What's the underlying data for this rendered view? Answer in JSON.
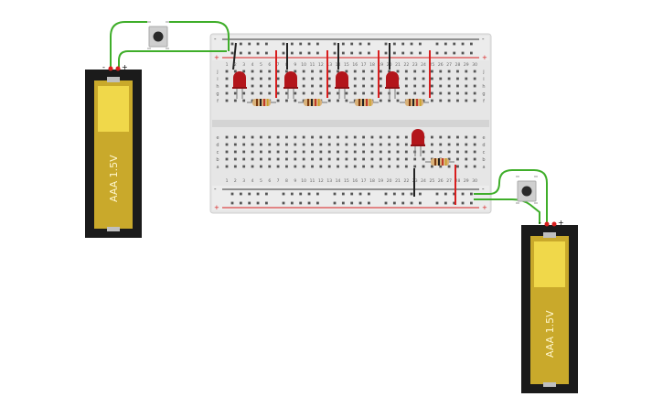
{
  "battery_left": {
    "label": "AAA 1.5V",
    "polarity_neg": "-",
    "polarity_pos": "+"
  },
  "battery_right": {
    "label": "AAA 1.5V",
    "polarity_neg": "-",
    "polarity_pos": "+"
  },
  "breadboard": {
    "rail_minus": "-",
    "rail_plus": "+",
    "column_numbers": [
      "1",
      "2",
      "3",
      "4",
      "5",
      "6",
      "7",
      "8",
      "9",
      "10",
      "11",
      "12",
      "13",
      "14",
      "15",
      "16",
      "17",
      "18",
      "19",
      "20",
      "21",
      "22",
      "23",
      "24",
      "25",
      "26",
      "27",
      "28",
      "29",
      "30"
    ],
    "top_row_letters": [
      "j",
      "i",
      "h",
      "g",
      "f"
    ],
    "bottom_row_letters": [
      "e",
      "d",
      "c",
      "b",
      "a"
    ]
  },
  "colors": {
    "wire_green": "#3fae2a",
    "wire_red": "#d81e1e",
    "wire_black": "#222222",
    "led_red": "#b3151b",
    "battery_yellow": "#e2c93b",
    "battery_case": "#1b1b1b",
    "breadboard": "#e8e8e8"
  },
  "icons": [
    "pushbutton-icon",
    "led-icon",
    "resistor-icon",
    "battery-icon"
  ]
}
